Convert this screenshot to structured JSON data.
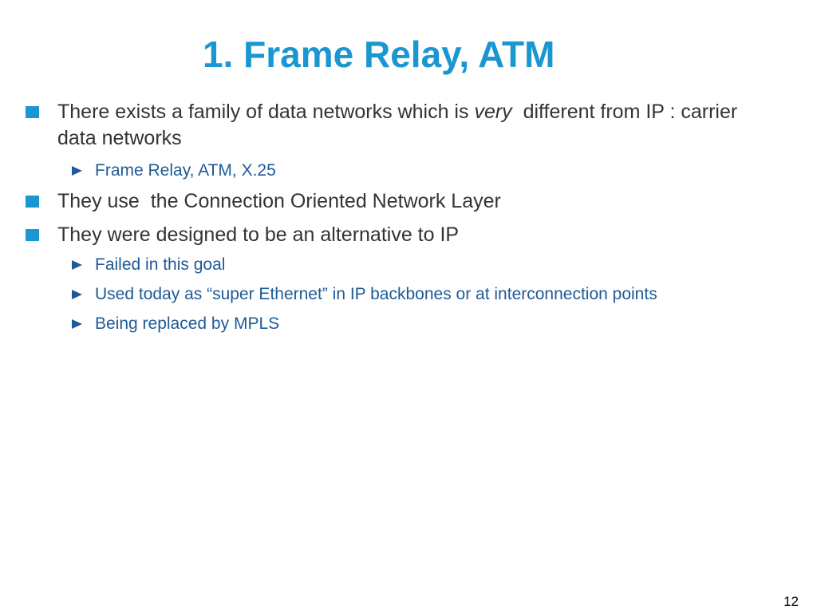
{
  "slide": {
    "title": "1. Frame Relay, ATM",
    "page_number": "12"
  },
  "bullets": [
    {
      "text_before": "There exists a family of data networks which is ",
      "text_emphasis": "very",
      "text_after": "  different from IP : carrier data networks",
      "children": [
        {
          "text": "Frame Relay, ATM, X.25"
        }
      ]
    },
    {
      "text": "They use  the Connection Oriented Network Layer"
    },
    {
      "text": "They were designed to be an alternative to IP",
      "children": [
        {
          "text": "Failed in this goal"
        },
        {
          "text": "Used today as “super Ethernet” in IP backbones or at interconnection points"
        },
        {
          "text": "Being replaced by MPLS"
        }
      ]
    }
  ],
  "colors": {
    "accent": "#1a96d0",
    "sub_bullet_text": "#1f5a96",
    "body_text": "#333333"
  },
  "icons": {
    "level1_marker": "square-bullet-icon",
    "level2_marker": "triangle-arrow-bullet-icon"
  }
}
